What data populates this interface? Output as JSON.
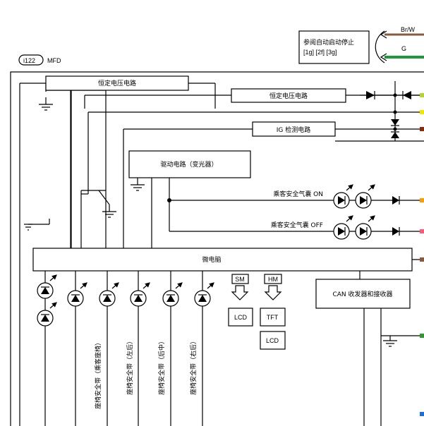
{
  "component": {
    "id": "i122",
    "name": "MFD"
  },
  "reference_box": {
    "line1": "参阅自动启动停止",
    "line2": "[1g] [2f] [3g]"
  },
  "wires": {
    "top": "Br/W",
    "bottom": "G"
  },
  "blocks": {
    "const_voltage_1": "恒定电压电路",
    "const_voltage_2": "恒定电压电路",
    "ig_detect": "IG 检测电路",
    "drive_circuit": "驱动电路（变光器）",
    "microcomputer": "微电脑",
    "can": "CAN 收发器和接收器"
  },
  "indicators": {
    "airbag_on": "乘客安全气囊 ON",
    "airbag_off": "乘客安全气囊 OFF"
  },
  "seatbelt_labels": [
    "座椅安全带（乘客座椅）",
    "座椅安全带（左后）",
    "座椅安全带（后中）",
    "座椅安全带（右后）"
  ],
  "display": {
    "sm": "SM",
    "hm": "HM",
    "lcd_sm": "LCD",
    "tft": "TFT",
    "lcd_hm": "LCD"
  },
  "connector_colors": [
    "#b5d334",
    "#f2e600",
    "#8b2a0c",
    "#ff9a00",
    "#ff5a78",
    "#8b5a3c",
    "#2c9a2c",
    "#1b6fd8"
  ]
}
